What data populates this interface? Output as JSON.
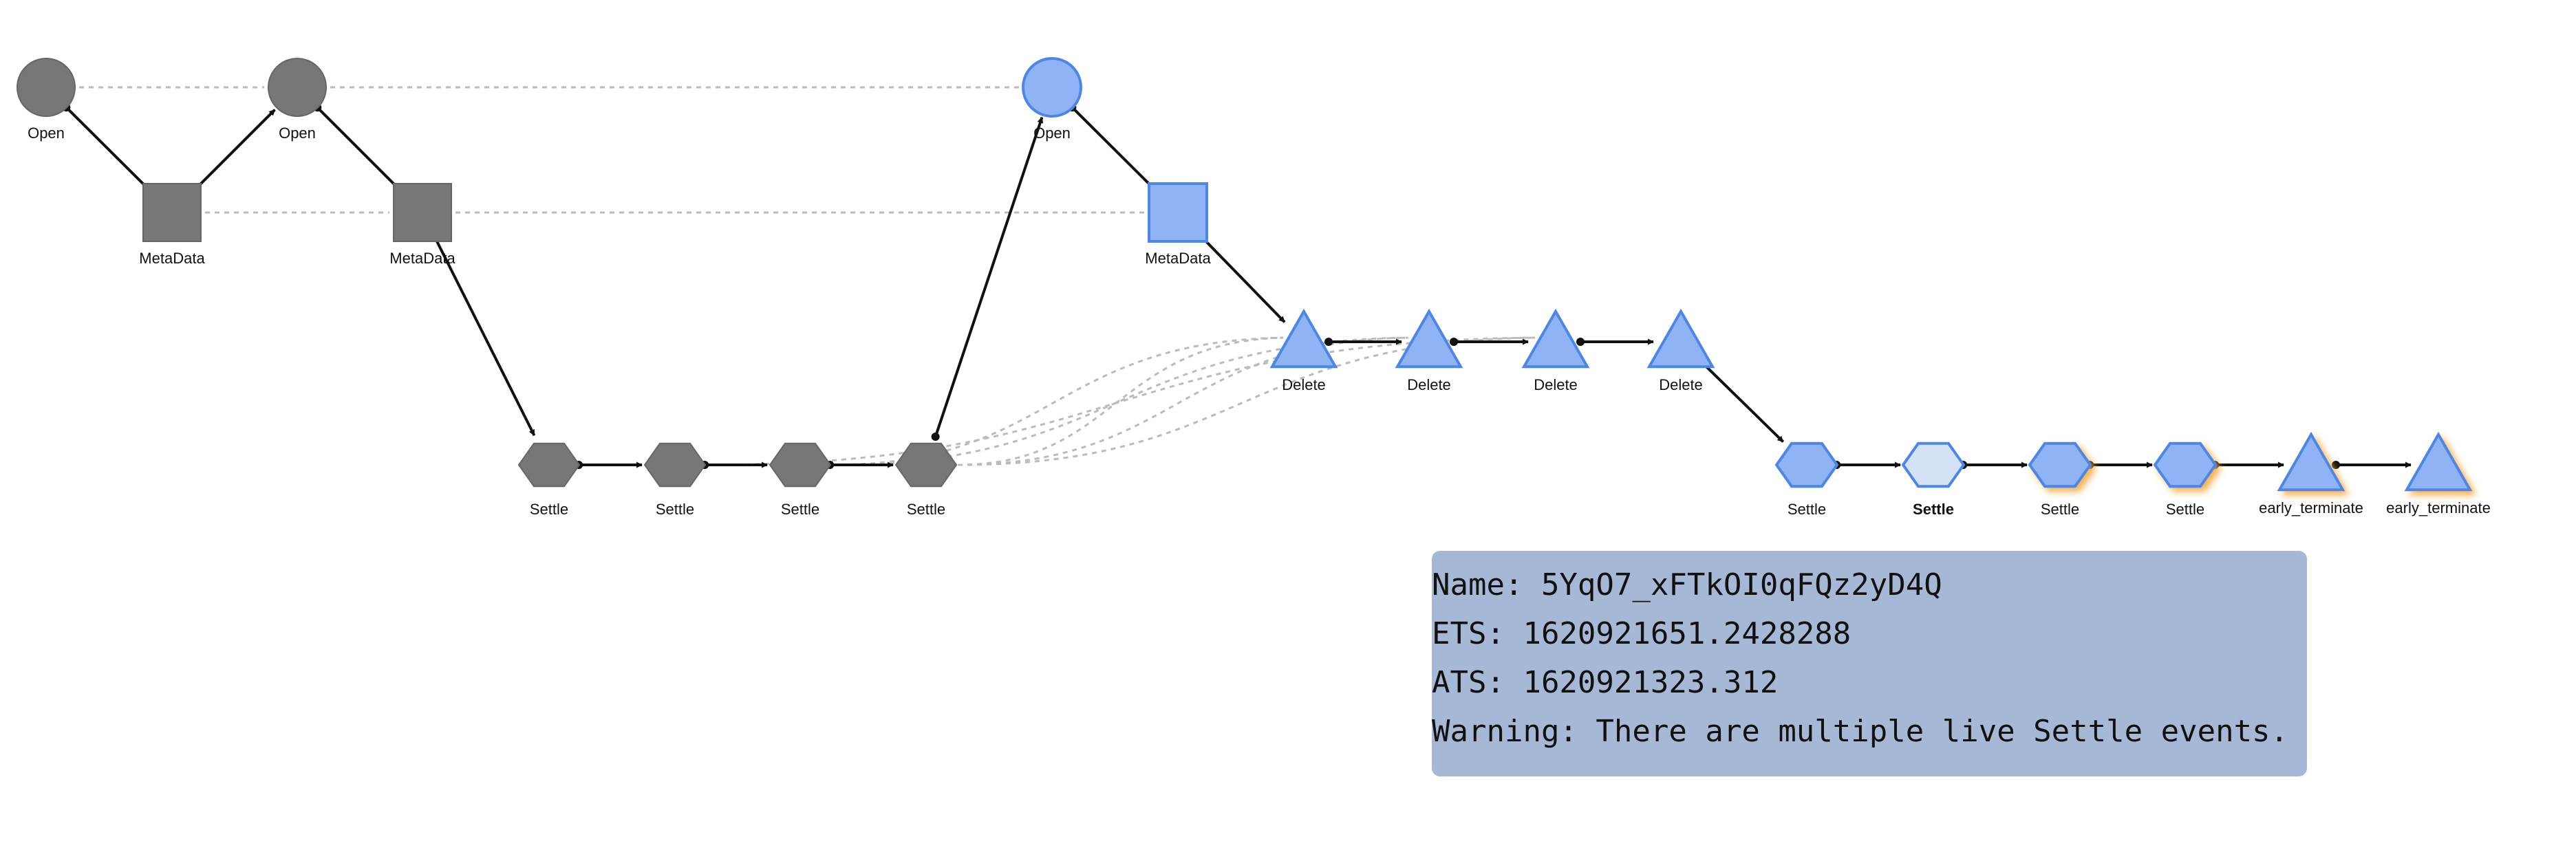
{
  "colors": {
    "inactive_fill": "#777777",
    "inactive_stroke": "#666666",
    "active_fill": "#8fb3f5",
    "active_stroke": "#4f86e0",
    "selected_fill": "#d4e2f8",
    "highlight_glow": "#f3a43a",
    "edge": "#111111",
    "reference_edge": "#bbbbbb",
    "tooltip_bg": "#a7b7d6"
  },
  "nodes": [
    {
      "id": "n1",
      "label": "Open",
      "shape": "circle",
      "state": "inactive"
    },
    {
      "id": "n2",
      "label": "MetaData",
      "shape": "square",
      "state": "inactive"
    },
    {
      "id": "n3",
      "label": "Open",
      "shape": "circle",
      "state": "inactive"
    },
    {
      "id": "n4",
      "label": "MetaData",
      "shape": "square",
      "state": "inactive"
    },
    {
      "id": "n5",
      "label": "Settle",
      "shape": "hexagon",
      "state": "inactive"
    },
    {
      "id": "n6",
      "label": "Settle",
      "shape": "hexagon",
      "state": "inactive"
    },
    {
      "id": "n7",
      "label": "Settle",
      "shape": "hexagon",
      "state": "inactive"
    },
    {
      "id": "n8",
      "label": "Settle",
      "shape": "hexagon",
      "state": "inactive"
    },
    {
      "id": "n9",
      "label": "Open",
      "shape": "circle",
      "state": "active"
    },
    {
      "id": "n10",
      "label": "MetaData",
      "shape": "square",
      "state": "active"
    },
    {
      "id": "n11",
      "label": "Delete",
      "shape": "triangle",
      "state": "active"
    },
    {
      "id": "n12",
      "label": "Delete",
      "shape": "triangle",
      "state": "active"
    },
    {
      "id": "n13",
      "label": "Delete",
      "shape": "triangle",
      "state": "active"
    },
    {
      "id": "n14",
      "label": "Delete",
      "shape": "triangle",
      "state": "active"
    },
    {
      "id": "n15",
      "label": "Settle",
      "shape": "hexagon",
      "state": "active"
    },
    {
      "id": "n16",
      "label": "Settle",
      "shape": "hexagon",
      "state": "selected"
    },
    {
      "id": "n17",
      "label": "Settle",
      "shape": "hexagon",
      "state": "highlight"
    },
    {
      "id": "n18",
      "label": "Settle",
      "shape": "hexagon",
      "state": "highlight"
    },
    {
      "id": "n19",
      "label": "early_terminate",
      "shape": "triangle",
      "state": "highlight"
    },
    {
      "id": "n20",
      "label": "early_terminate",
      "shape": "triangle",
      "state": "highlight"
    }
  ],
  "edges": [
    [
      "n1",
      "n2"
    ],
    [
      "n2",
      "n3"
    ],
    [
      "n3",
      "n4"
    ],
    [
      "n4",
      "n5"
    ],
    [
      "n5",
      "n6"
    ],
    [
      "n6",
      "n7"
    ],
    [
      "n7",
      "n8"
    ],
    [
      "n8",
      "n9"
    ],
    [
      "n9",
      "n10"
    ],
    [
      "n10",
      "n11"
    ],
    [
      "n11",
      "n12"
    ],
    [
      "n12",
      "n13"
    ],
    [
      "n13",
      "n14"
    ],
    [
      "n14",
      "n15"
    ],
    [
      "n15",
      "n16"
    ],
    [
      "n16",
      "n17"
    ],
    [
      "n17",
      "n18"
    ],
    [
      "n18",
      "n19"
    ],
    [
      "n19",
      "n20"
    ]
  ],
  "reference_edges": [
    [
      "n1",
      "n3"
    ],
    [
      "n3",
      "n9"
    ],
    [
      "n2",
      "n4"
    ],
    [
      "n4",
      "n10"
    ],
    [
      "n7",
      "n11"
    ],
    [
      "n7",
      "n12"
    ],
    [
      "n8",
      "n11"
    ],
    [
      "n8",
      "n12"
    ],
    [
      "n8",
      "n13"
    ],
    [
      "n6",
      "n13"
    ]
  ],
  "tooltip": {
    "name": "Name: 5YqO7_xFTkOI0qFQz2yD4Q",
    "ets": "ETS: 1620921651.2428288",
    "ats": "ATS: 1620921323.312",
    "warning": "Warning: There are multiple live Settle events."
  }
}
